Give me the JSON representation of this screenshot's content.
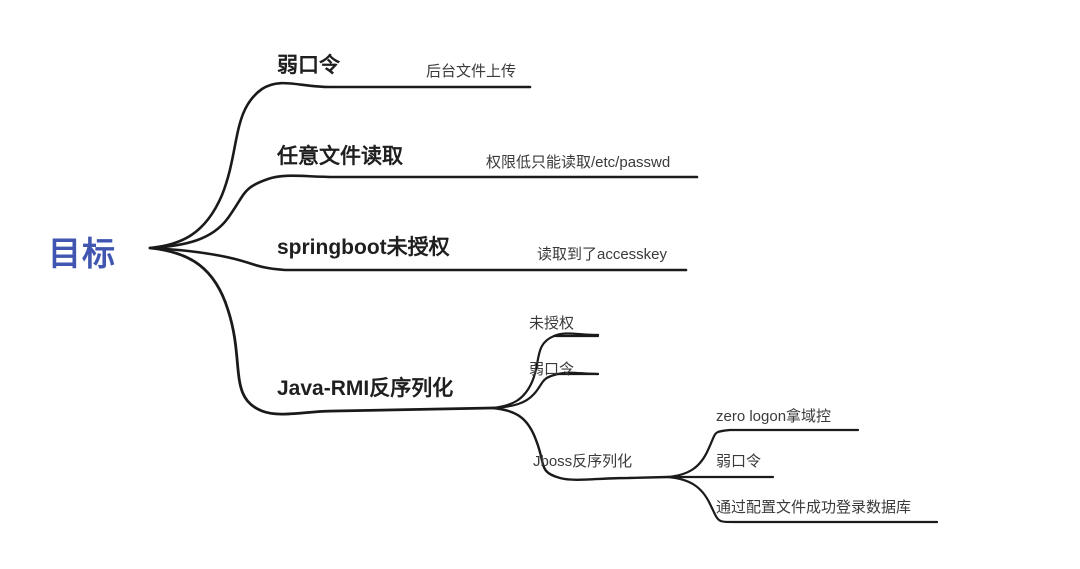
{
  "diagram": {
    "type": "mind-map",
    "title_node": "目标",
    "colors": {
      "root_text": "#4056b0",
      "branch_text": "#1f1f1f",
      "leaf_text": "#3a3a3a",
      "edge_stroke": "#1a1a1a",
      "background": "#ffffff"
    }
  },
  "root": {
    "label": "目标"
  },
  "branches": [
    {
      "label": "弱口令",
      "detail": "后台文件上传"
    },
    {
      "label": "任意文件读取",
      "detail": "权限低只能读取/etc/passwd"
    },
    {
      "label": "springboot未授权",
      "detail": "读取到了accesskey"
    },
    {
      "label": "Java-RMI反序列化",
      "children": [
        {
          "label": "未授权"
        },
        {
          "label": "弱口令"
        },
        {
          "label": "Jboss反序列化",
          "children": [
            {
              "label": "zero logon拿域控"
            },
            {
              "label": "弱口令"
            },
            {
              "label": "通过配置文件成功登录数据库"
            }
          ]
        }
      ]
    }
  ]
}
